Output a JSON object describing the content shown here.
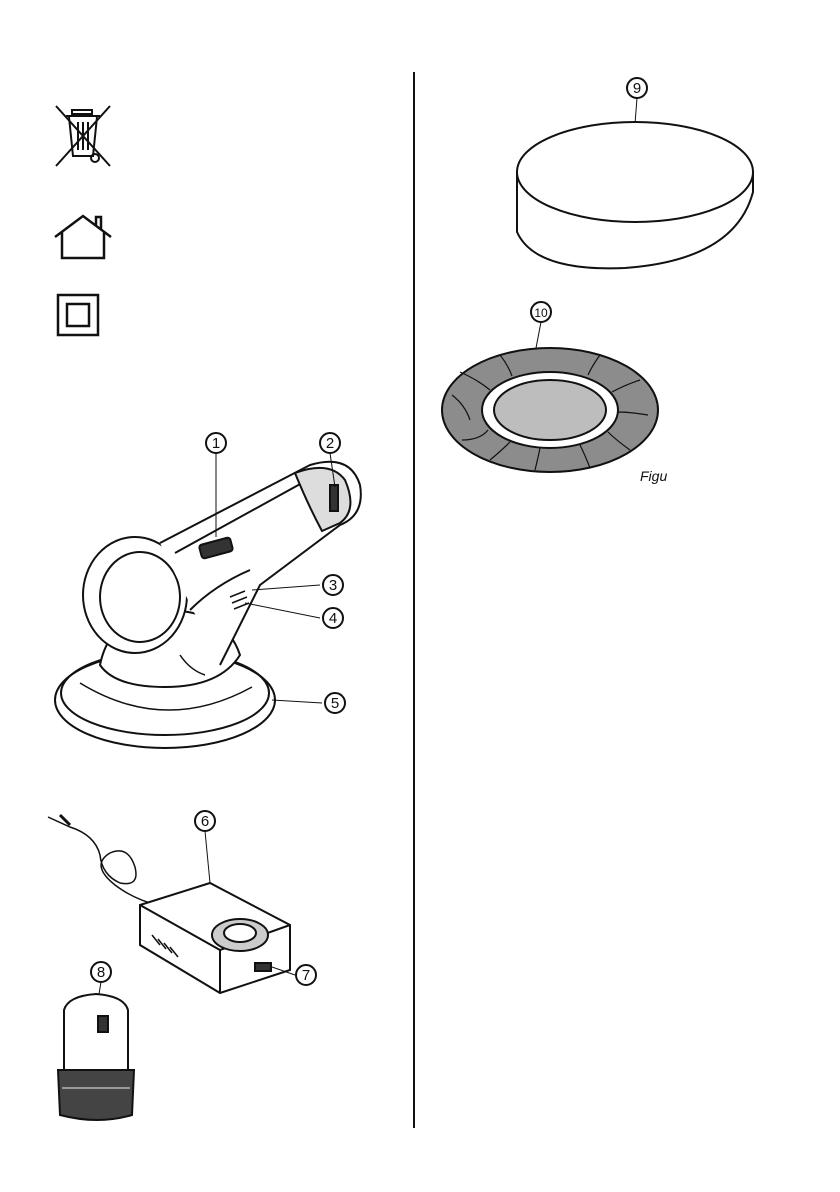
{
  "figure_label": "Figu",
  "callouts": {
    "c1": "1",
    "c2": "2",
    "c3": "3",
    "c4": "4",
    "c5": "5",
    "c6": "6",
    "c7": "7",
    "c8": "8",
    "c9": "9",
    "c10": "10"
  },
  "symbols": [
    "crossed-out-wheelie-bin-icon",
    "indoor-use-house-icon",
    "class-ii-double-square-icon"
  ],
  "colors": {
    "ink": "#111111",
    "pad_fill": "#bdbdbd",
    "bonnet_fill": "#8c8c8c"
  }
}
